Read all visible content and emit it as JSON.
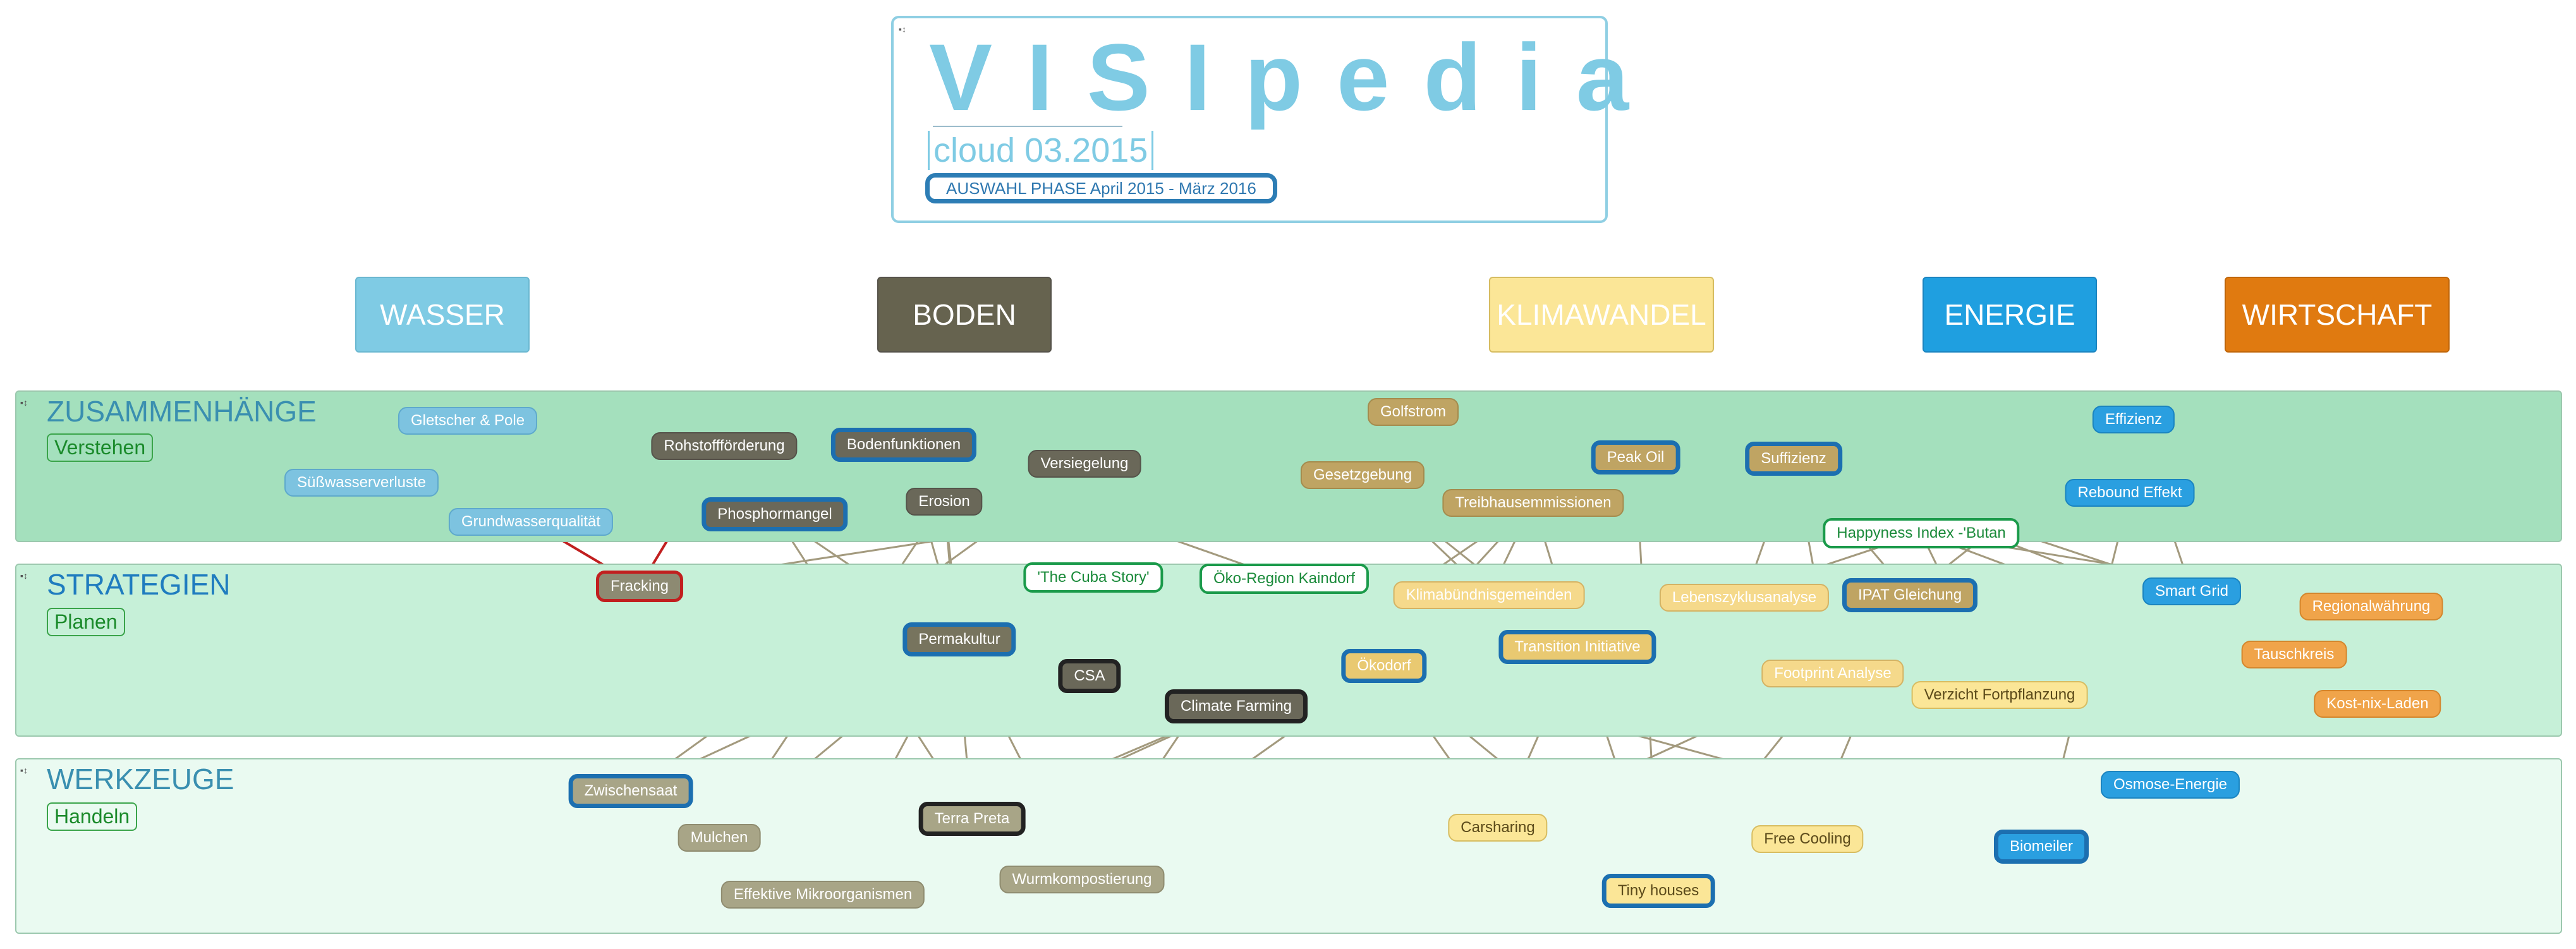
{
  "title": {
    "main": "VISIpedia",
    "subtitle": "cloud 03.2015",
    "tag": "AUSWAHL PHASE April 2015 - März 2016"
  },
  "categories": [
    {
      "label": "WASSER",
      "color": "#7fcbe4"
    },
    {
      "label": "BODEN",
      "color": "#66634f"
    },
    {
      "label": "KLIMAWANDEL",
      "color": "#fbe697"
    },
    {
      "label": "ENERGIE",
      "color": "#1f9fe0"
    },
    {
      "label": "WIRTSCHAFT",
      "color": "#e07a10"
    }
  ],
  "bands": [
    {
      "title": "ZUSAMMENHÄNGE",
      "subtitle": "Verstehen",
      "title_color": "#3a8fb0",
      "bg": "#a4e0bd"
    },
    {
      "title": "STRATEGIEN",
      "subtitle": "Planen",
      "title_color": "#1f7cbf",
      "bg": "#c6f0d8"
    },
    {
      "title": "WERKZEUGE",
      "subtitle": "Handeln",
      "title_color": "#3a8fb0",
      "bg": "#eafaf1"
    }
  ],
  "nodes": {
    "gletscher": "Gletscher & Pole",
    "suesswasser": "Süßwasserverluste",
    "grundwasser": "Grundwasserqualität",
    "rohstoff": "Rohstoffförderung",
    "bodenfunktionen": "Bodenfunktionen",
    "versiegelung": "Versiegelung",
    "erosion": "Erosion",
    "phosphor": "Phosphormangel",
    "golfstrom": "Golfstrom",
    "gesetzgebung": "Gesetzgebung",
    "treibhaus": "Treibhausemmissionen",
    "peakoil": "Peak Oil",
    "suffizienz": "Suffizienz",
    "effizienz": "Effizienz",
    "rebound": "Rebound Effekt",
    "happyness": "Happyness Index -'Butan",
    "fracking": "Fracking",
    "cuba": "'The Cuba Story'",
    "oekoregion": "Öko-Region Kaindorf",
    "permakultur": "Permakultur",
    "csa": "CSA",
    "climatefarming": "Climate Farming",
    "klimabuendnis": "Klimabündnisgemeinden",
    "transition": "Transition Initiative",
    "oekodorf": "Ökodorf",
    "lebenszyklus": "Lebenszyklusanalyse",
    "ipat": "IPAT Gleichung",
    "footprint": "Footprint Analyse",
    "verzicht": "Verzicht Fortpflanzung",
    "smartgrid": "Smart Grid",
    "regional": "Regionalwährung",
    "tauschkreis": "Tauschkreis",
    "kostnix": "Kost-nix-Laden",
    "zwischensaat": "Zwischensaat",
    "mulchen": "Mulchen",
    "terrapreta": "Terra Preta",
    "mikroorganismen": "Effektive Mikroorganismen",
    "wurm": "Wurmkompostierung",
    "carsharing": "Carsharing",
    "tinyhouses": "Tiny houses",
    "freecooling": "Free Cooling",
    "biomeiler": "Biomeiler",
    "osmose": "Osmose-Energie"
  }
}
